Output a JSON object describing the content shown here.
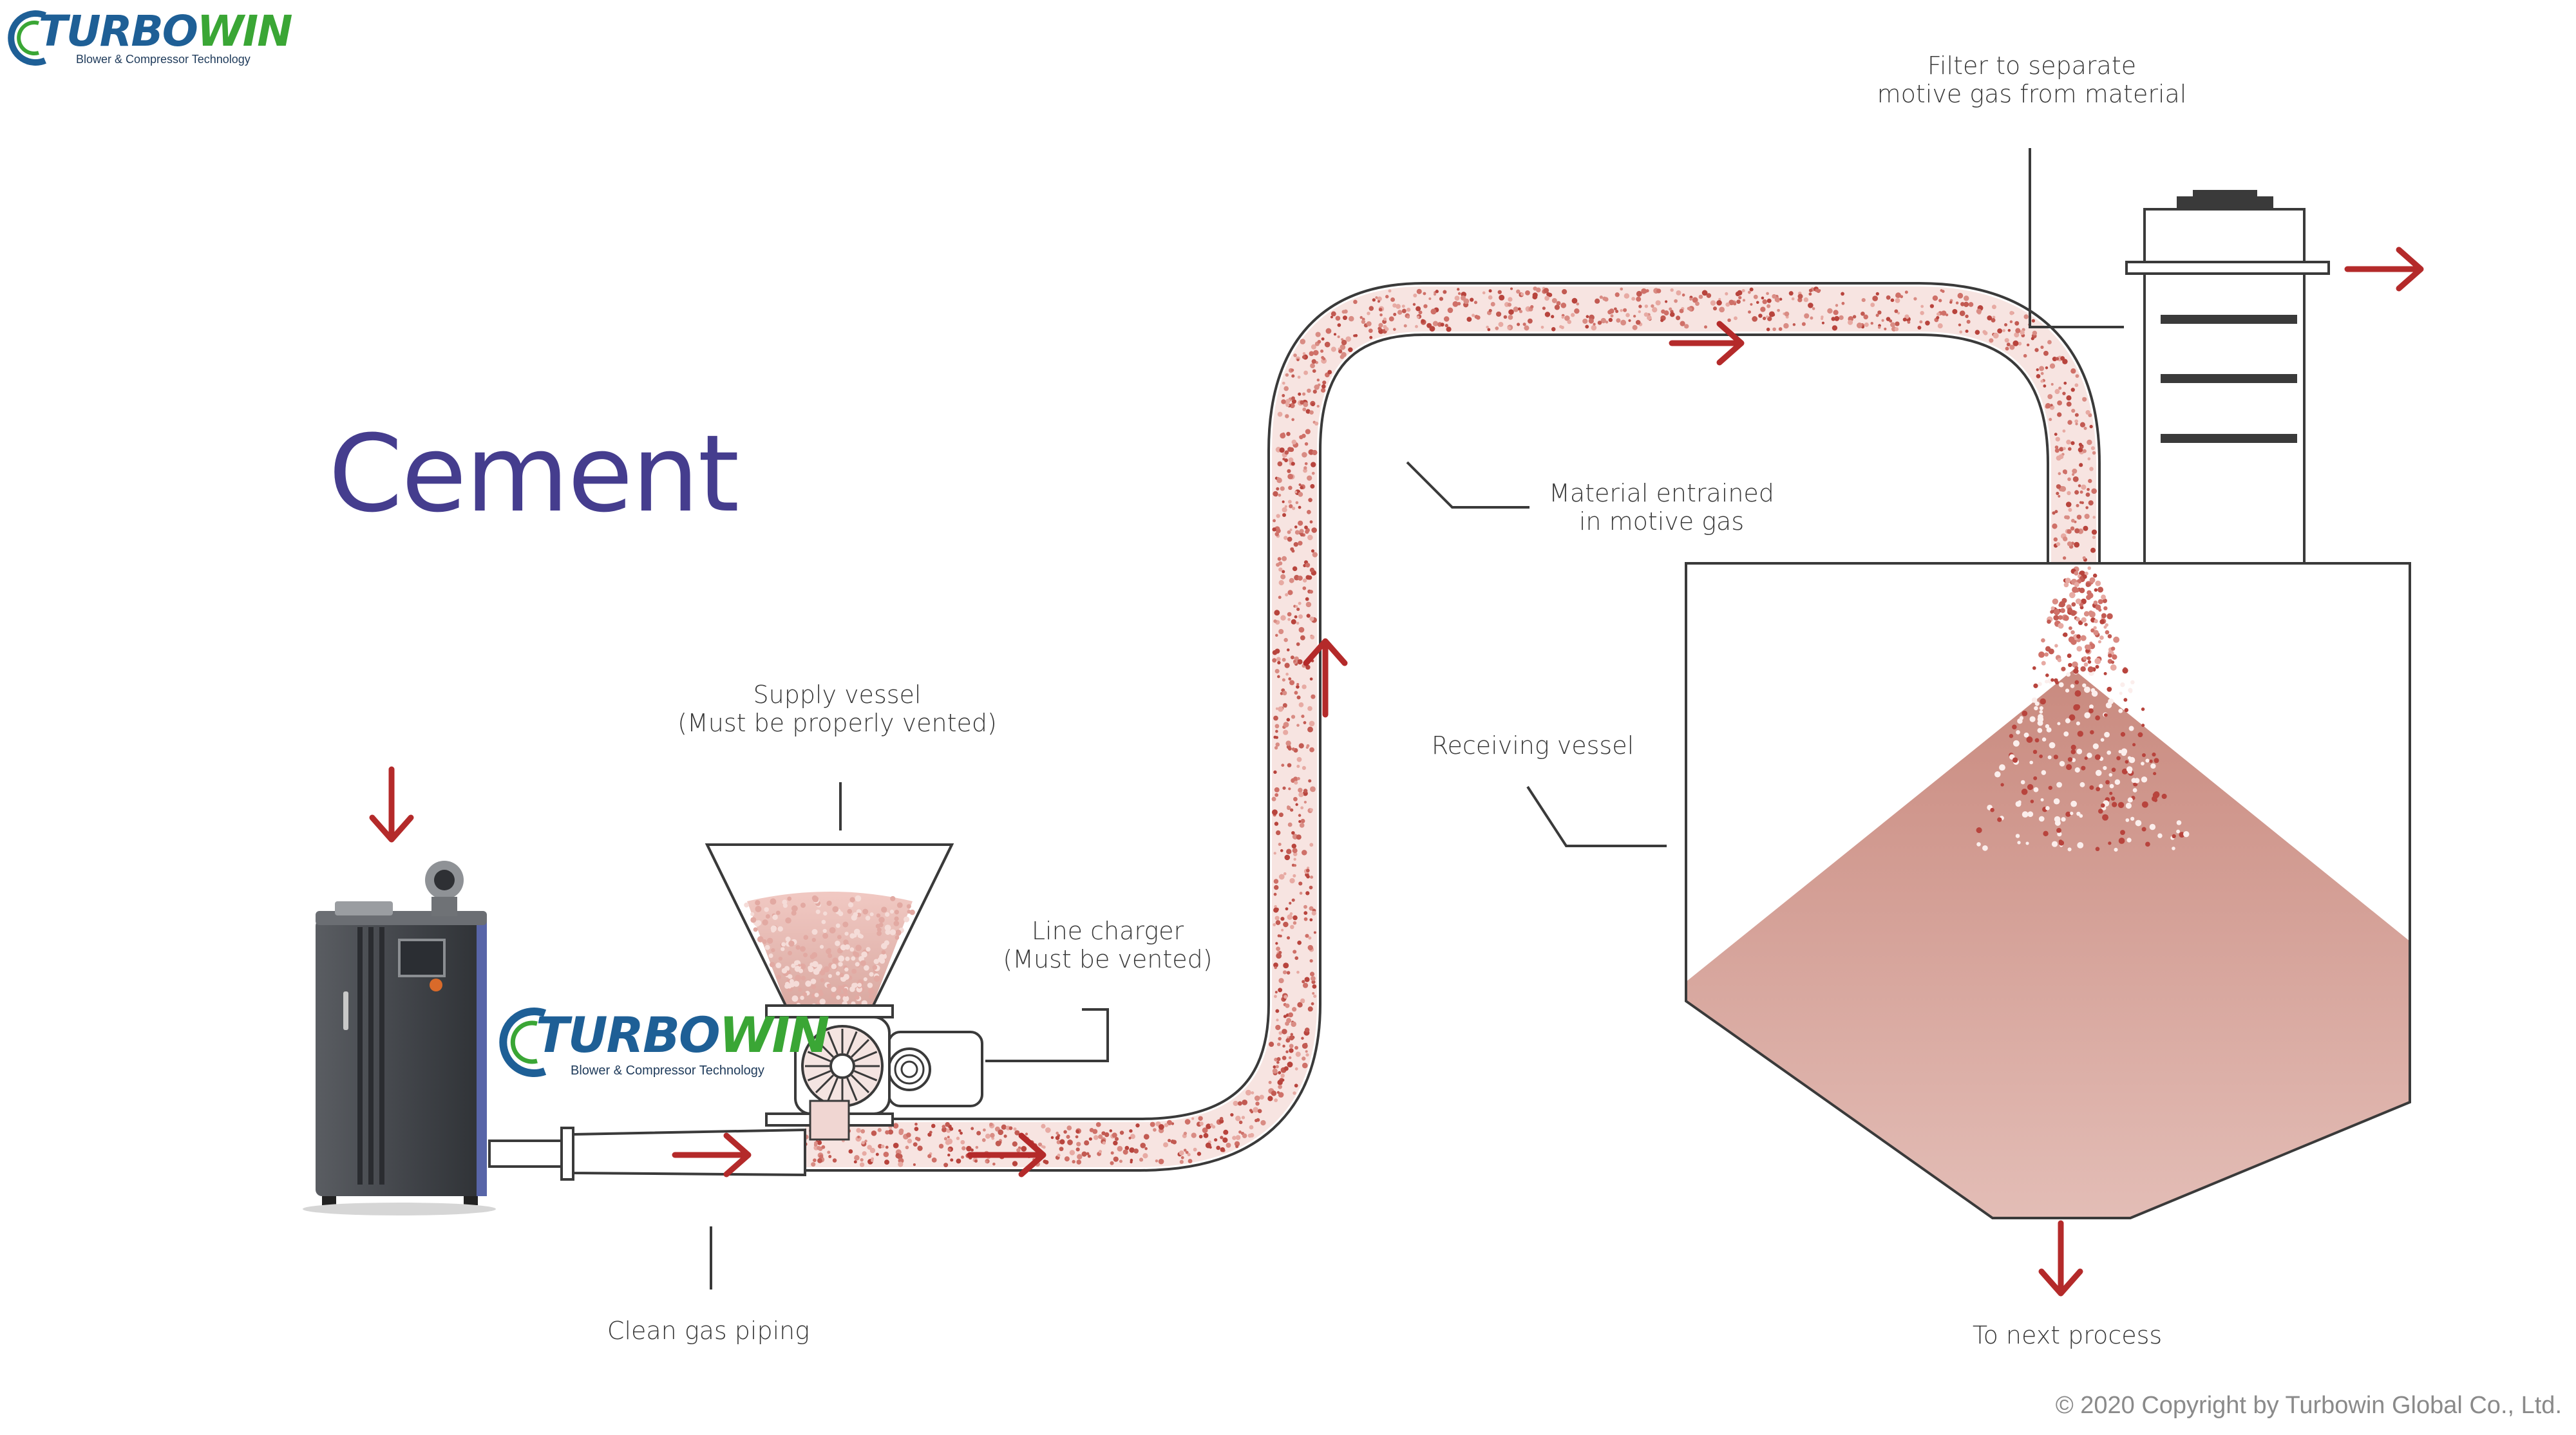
{
  "logo_top": {
    "word_a": "TURBO",
    "word_b": "WIN",
    "tagline": "Blower & Compressor Technology"
  },
  "logo_mid": {
    "word_a": "TURBO",
    "word_b": "WIN",
    "tagline": "Blower & Compressor Technology"
  },
  "title": "Cement",
  "labels": {
    "filter_line1": "Filter to separate",
    "filter_line2": "motive gas from material",
    "material_line1": "Material entrained",
    "material_line2": "in motive gas",
    "supply_line1": "Supply vessel",
    "supply_line2": "(Must be properly vented)",
    "receiving": "Receiving vessel",
    "charger_line1": "Line charger",
    "charger_line2": "(Must be vented)",
    "clean_gas": "Clean gas piping",
    "next_process": "To next process"
  },
  "copyright": "© 2020 Copyright by Turbowin Global Co., Ltd.",
  "colors": {
    "arrow": "#b42a2a",
    "outline": "#3a3a3a",
    "material_light": "#e6bcb6",
    "material_dark": "#c88a80",
    "title": "#453d8e",
    "brand_blue": "#1e5f96",
    "brand_green": "#3aa635",
    "blower_body": "#4a4d52",
    "blower_accent": "#5865a8"
  },
  "icons": [
    "down-arrow-icon",
    "right-arrow-icon",
    "up-arrow-icon",
    "blower-machine-icon",
    "rotary-valve-icon"
  ]
}
